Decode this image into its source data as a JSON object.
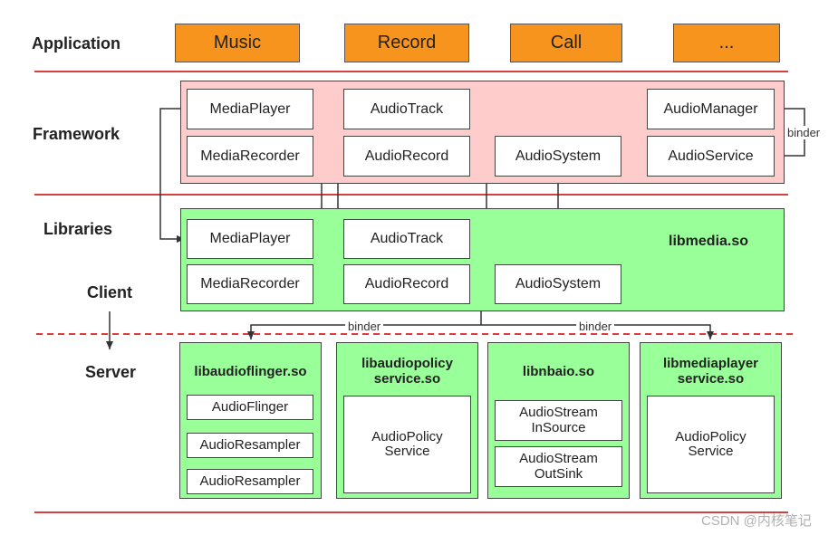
{
  "layers": {
    "application": "Application",
    "framework": "Framework",
    "libraries": "Libraries",
    "client": "Client",
    "server": "Server"
  },
  "apps": [
    "Music",
    "Record",
    "Call",
    "..."
  ],
  "framework": {
    "media_player": "MediaPlayer",
    "media_recorder": "MediaRecorder",
    "audio_track": "AudioTrack",
    "audio_record": "AudioRecord",
    "audio_system": "AudioSystem",
    "audio_manager": "AudioManager",
    "audio_service": "AudioService",
    "binder": "binder"
  },
  "libraries": {
    "name": "libmedia.so",
    "media_player": "MediaPlayer",
    "media_recorder": "MediaRecorder",
    "audio_track": "AudioTrack",
    "audio_record": "AudioRecord",
    "audio_system": "AudioSystem"
  },
  "binder_left": "binder",
  "binder_right": "binder",
  "server": {
    "audioflinger": {
      "title": "libaudioflinger.so",
      "items": [
        "AudioFlinger",
        "AudioResampler",
        "AudioResampler"
      ]
    },
    "audiopolicy": {
      "title": "libaudiopolicy\nservice.so",
      "inner": "AudioPolicy\nService"
    },
    "nbaio": {
      "title": "libnbaio.so",
      "items": [
        "AudioStream\nInSource",
        "AudioStream\nOutSink"
      ]
    },
    "mediaplayer": {
      "title": "libmediaplayer\nservice.so",
      "inner": "AudioPolicy\nService"
    }
  },
  "watermark": "CSDN @内核笔记",
  "colors": {
    "app_orange": "#f7941d",
    "framework_pink": "#ffcccc",
    "libraries_green": "#99ff99",
    "divider_red": "#cc0000"
  }
}
